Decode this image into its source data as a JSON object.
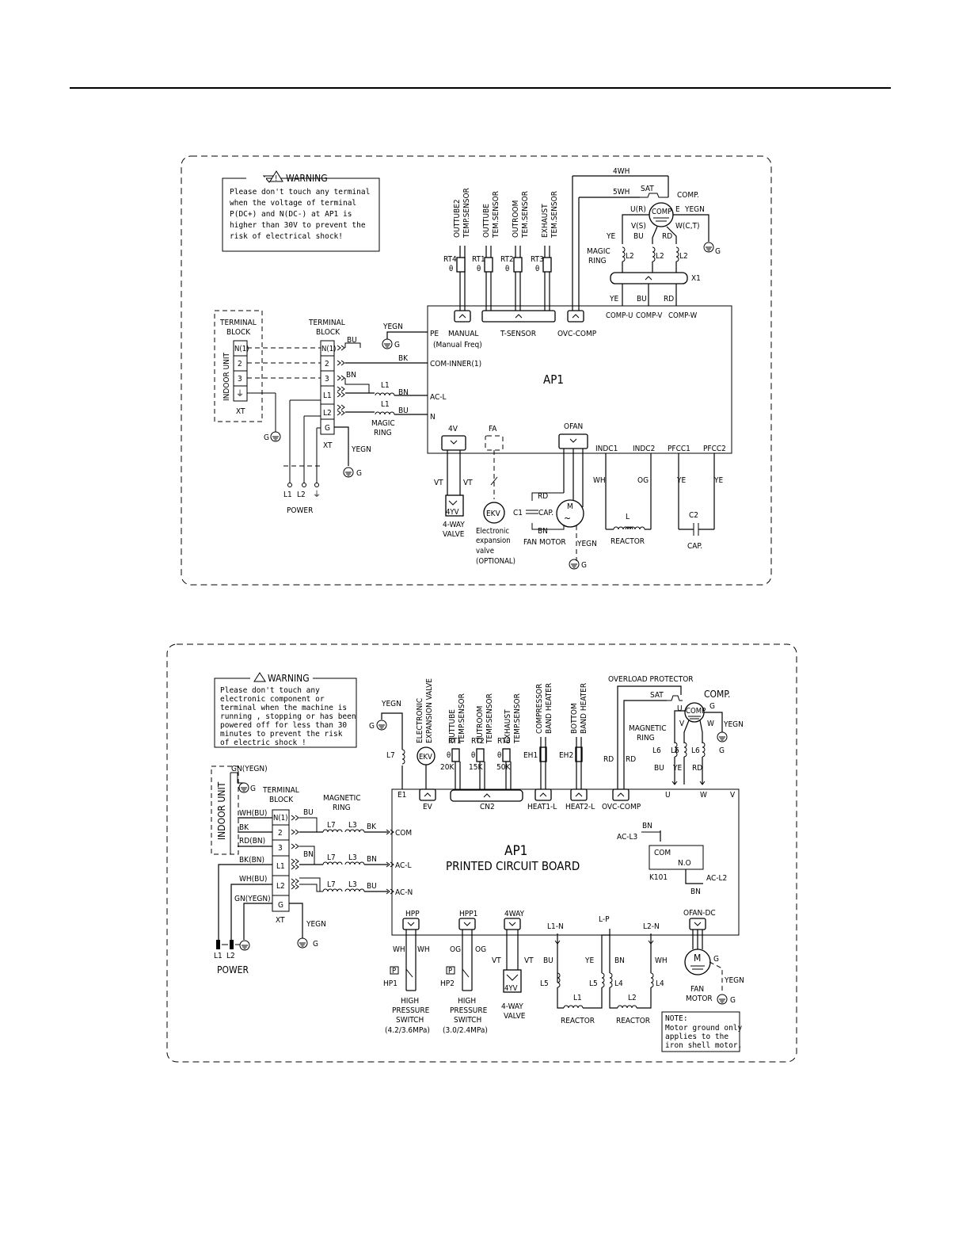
{
  "diagram1": {
    "warning_title": "WARNING",
    "warning_lines": [
      "Please don't touch any terminal",
      "when the voltage of terminal",
      "P(DC+) and N(DC-) at AP1 is",
      "higher than 30V to prevent the",
      "risk of electrical shock!"
    ],
    "board": "AP1",
    "indoor_block": {
      "title1": "TERMINAL",
      "title2": "BLOCK",
      "side": "INDOOR UNIT",
      "terminals": [
        "N(1)",
        "2",
        "3",
        "⏚"
      ],
      "tag": "XT"
    },
    "outdoor_block": {
      "title1": "TERMINAL",
      "title2": "BLOCK",
      "terminals": [
        "N(1)",
        "2",
        "3",
        "L1",
        "L2",
        "G"
      ],
      "tag": "XT"
    },
    "sensors": [
      {
        "name1": "OUTTUBE2",
        "name2": "TEMP.SENSOR",
        "id": "RT4"
      },
      {
        "name1": "OUTTUBE",
        "name2": "TEM.SENSOR",
        "id": "RT1"
      },
      {
        "name1": "OUTROOM",
        "name2": "TEM.SENSOR",
        "id": "RT2"
      },
      {
        "name1": "EXHAUST",
        "name2": "TEM.SENSOR",
        "id": "RT3"
      }
    ],
    "connectors_top": {
      "manual": "MANUAL",
      "manual_note": "(Manual Freq)",
      "tsensor": "T-SENSOR",
      "ovc": "OVC-COMP",
      "compu": "COMP-U",
      "compv": "COMP-V",
      "compw": "COMP-W"
    },
    "connectors_left": {
      "pe": "PE",
      "cominner": "COM-INNER(1)",
      "acl": "AC-L",
      "n": "N"
    },
    "connectors_bottom": {
      "v4": "4V",
      "fa": "FA",
      "ofan": "OFAN",
      "indc1": "INDC1",
      "indc2": "INDC2",
      "pfcc1": "PFCC1",
      "pfcc2": "PFCC2"
    },
    "wires": {
      "yegn": "YEGN",
      "bk": "BK",
      "bu": "BU",
      "bn": "BN",
      "wh4": "4WH",
      "wh5": "5WH",
      "ye": "YE",
      "rd": "RD",
      "vt": "VT",
      "wh": "WH",
      "og": "OG",
      "g": "G"
    },
    "comp": {
      "sat": "SAT",
      "label": "COMP.",
      "inner": "COMP",
      "u": "U(R)",
      "v": "V(S)",
      "w": "W(C,T)",
      "e": "E",
      "magic1": "MAGIC",
      "magic2": "RING",
      "l2": "L2",
      "x1": "X1"
    },
    "magic_ring": {
      "l1": "L1",
      "l1b": "L1",
      "label1": "MAGIC",
      "label2": "RING"
    },
    "power": {
      "l1": "L1",
      "l2": "L2",
      "label": "POWER"
    },
    "bottom_parts": {
      "valve1": "4-WAY",
      "valve2": "VALVE",
      "fourv": "4YV",
      "ekv": "EKV",
      "ekv1": "Electronic",
      "ekv2": "expansion",
      "ekv3": "valve",
      "ekv4": "(OPTIONAL)",
      "c1": "C1",
      "cap": "CAP.",
      "fan": "FAN MOTOR",
      "m": "M",
      "reactor": "REACTOR",
      "l": "L",
      "c2": "C2",
      "cap2": "CAP."
    }
  },
  "diagram2": {
    "warning_title": "WARNING",
    "warning_lines": [
      "Please don't touch any",
      "electronic component or",
      "terminal when the machine is",
      "running , stopping or has been",
      "powered off for less than 30",
      "minutes to prevent the risk",
      "of electric shock !"
    ],
    "board1": "AP1",
    "board2": "PRINTED CIRCUIT BOARD",
    "indoor": {
      "side": "INDOOR UNIT",
      "gn": "GN(YEGN)",
      "whbu": "WH(BU)",
      "bk": "BK",
      "rdbn": "RD(BN)",
      "bkbn": "BK(BN)",
      "whbu2": "WH(BU)",
      "gnyegn": "GN(YEGN)"
    },
    "block": {
      "title1": "TERMINAL",
      "title2": "BLOCK",
      "terminals": [
        "N(1)",
        "2",
        "3",
        "L1",
        "L2",
        "G"
      ],
      "tag": "XT"
    },
    "magnetic": {
      "title1": "MAGNETIC",
      "title2": "RING",
      "l7": "L7",
      "l3": "L3"
    },
    "left_ports": {
      "com": "COM",
      "acl": "AC-L",
      "acn": "AC-N"
    },
    "top_parts": {
      "eev1": "ELECTRONIC",
      "eev2": "EXPANSION VALVE",
      "ekv": "EKV",
      "s1a": "OUTTUBE",
      "s1b": "TEMP.SENSOR",
      "s2a": "OUTROOM",
      "s2b": "TEMP.SENSOR",
      "s3a": "EXHAUST",
      "s3b": "TEMP.SENSOR",
      "h1a": "COMPRESSOR",
      "h1b": "BAND HEATER",
      "h2a": "BOTTOM",
      "h2b": "BAND HEATER",
      "rt1": "RT1",
      "rt2": "RT2",
      "rt3": "RT3",
      "k20": "20K",
      "k15": "15K",
      "k50": "50K",
      "eh1": "EH1",
      "eh2": "EH2",
      "overload": "OVERLOAD PROTECTOR",
      "sat": "SAT",
      "comp": "COMP.",
      "compin": "COMP",
      "u": "U",
      "v": "V",
      "w": "W",
      "g": "G",
      "mag1": "MAGNETIC",
      "mag2": "RING",
      "l6": "L6"
    },
    "top_ports": {
      "e1": "E1",
      "ev": "EV",
      "cn2": "CN2",
      "heat1": "HEAT1-L",
      "heat2": "HEAT2-L",
      "ovc": "OVC-COMP",
      "u": "U",
      "w": "W",
      "v": "V"
    },
    "relay": {
      "bn": "BN",
      "acl3": "AC-L3",
      "com": "COM",
      "no": "N.O",
      "k101": "K101",
      "acl2": "AC-L2",
      "bn2": "BN"
    },
    "bottom_ports": {
      "hpp": "HPP",
      "hpp1": "HPP1",
      "way4": "4WAY",
      "l1n": "L1-N",
      "lp": "L-P",
      "l2n": "L2-N",
      "ofandc": "OFAN-DC"
    },
    "bottom_parts": {
      "hp1": "HP1",
      "hp2": "HP2",
      "p": "P",
      "hs1a": "HIGH",
      "hs1b": "PRESSURE",
      "hs1c": "SWITCH",
      "hs1d": "(4.2/3.6MPa)",
      "hs2a": "HIGH",
      "hs2b": "PRESSURE",
      "hs2c": "SWITCH",
      "hs2d": "(3.0/2.4MPa)",
      "fourv": "4YV",
      "valve1": "4-WAY",
      "valve2": "VALVE",
      "l5": "L5",
      "l4": "L4",
      "l1": "L1",
      "l2": "L2",
      "reactor": "REACTOR",
      "fan1": "FAN",
      "fan2": "MOTOR",
      "m": "M",
      "g": "G"
    },
    "wires": {
      "yegn": "YEGN",
      "g": "G",
      "bu": "BU",
      "bk": "BK",
      "bn": "BN",
      "rd": "RD",
      "ye": "YE",
      "wh": "WH",
      "og": "OG",
      "vt": "VT"
    },
    "note": {
      "title": "NOTE:",
      "l1": "Motor ground only",
      "l2": "applies to the",
      "l3": "iron shell motor."
    },
    "power": {
      "l1": "L1",
      "l2": "L2",
      "label": "POWER"
    }
  }
}
